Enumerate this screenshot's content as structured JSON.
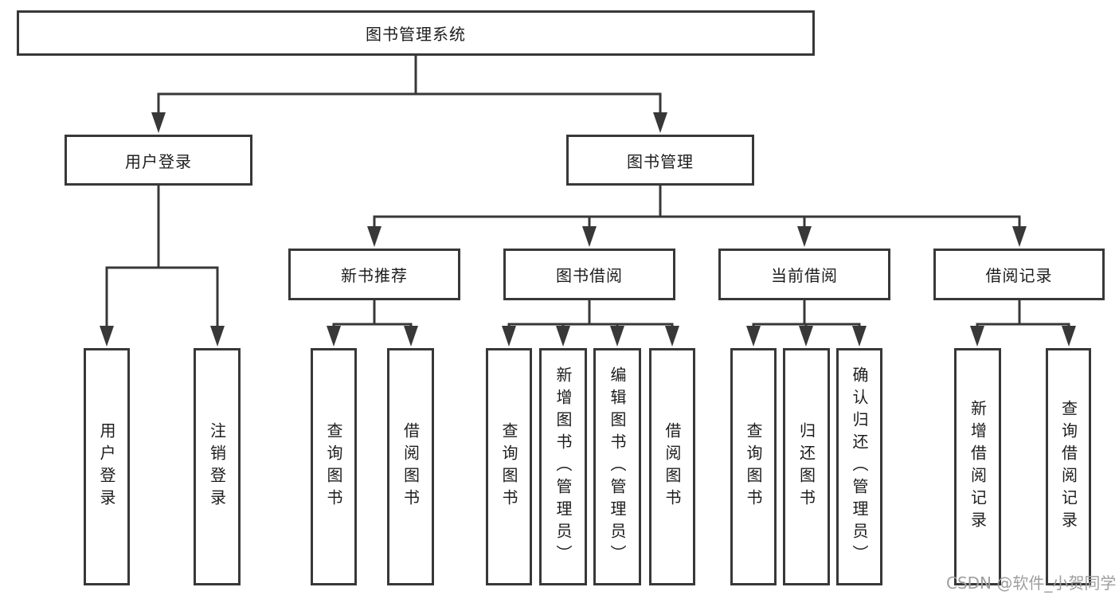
{
  "diagram_title": "图书管理系统",
  "tree": {
    "label": "图书管理系统",
    "children": [
      {
        "label": "用户登录",
        "children": [
          {
            "label": "用户登录"
          },
          {
            "label": "注销登录"
          }
        ]
      },
      {
        "label": "图书管理",
        "children": [
          {
            "label": "新书推荐",
            "children": [
              {
                "label": "查询图书"
              },
              {
                "label": "借阅图书"
              }
            ]
          },
          {
            "label": "图书借阅",
            "children": [
              {
                "label": "查询图书"
              },
              {
                "label": "新增图书（管理员）"
              },
              {
                "label": "编辑图书（管理员）"
              },
              {
                "label": "借阅图书"
              }
            ]
          },
          {
            "label": "当前借阅",
            "children": [
              {
                "label": "查询图书"
              },
              {
                "label": "归还图书"
              },
              {
                "label": "确认归还（管理员）"
              }
            ]
          },
          {
            "label": "借阅记录",
            "children": [
              {
                "label": "新增借阅记录"
              },
              {
                "label": "查询借阅记录"
              }
            ]
          }
        ]
      }
    ]
  },
  "watermark": {
    "text": "CSDN @软件_小贺同学"
  },
  "colors": {
    "line": "#383838",
    "box_border": "#383838",
    "node_text": "#1d1d1d",
    "watermark_text": "#9e9e9e",
    "background": "#ffffff"
  }
}
